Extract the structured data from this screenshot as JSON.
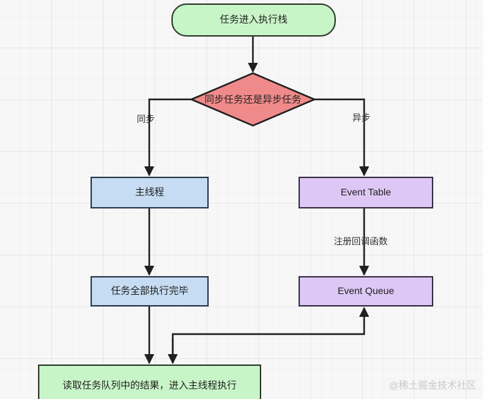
{
  "diagram": {
    "title_watermark": "@稀土掘金技术社区",
    "nodes": {
      "start": {
        "label": "任务进入执行栈",
        "shape": "rounded-rect",
        "fill": "#c8f5c8",
        "stroke": "#2e3b2e"
      },
      "decision": {
        "label": "同步任务还是异步任务",
        "shape": "diamond",
        "fill": "#f08a8a",
        "stroke": "#1f1f1f"
      },
      "main_thread": {
        "label": "主线程",
        "shape": "rect",
        "fill": "#c5dcf2",
        "stroke": "#2d3b4d"
      },
      "event_table": {
        "label": "Event Table",
        "shape": "rect",
        "fill": "#ddc8f5",
        "stroke": "#3a3147"
      },
      "tasks_done": {
        "label": "任务全部执行完毕",
        "shape": "rect",
        "fill": "#c5dcf2",
        "stroke": "#2d3b4d"
      },
      "event_queue": {
        "label": "Event Queue",
        "shape": "rect",
        "fill": "#ddc8f5",
        "stroke": "#3a3147"
      },
      "end": {
        "label": "读取任务队列中的结果，进入主线程执行",
        "shape": "rect",
        "fill": "#c8f5c8",
        "stroke": "#2e3b2e"
      }
    },
    "edge_labels": {
      "sync": "同步",
      "async": "异步",
      "register_callback": "注册回调函数"
    }
  }
}
